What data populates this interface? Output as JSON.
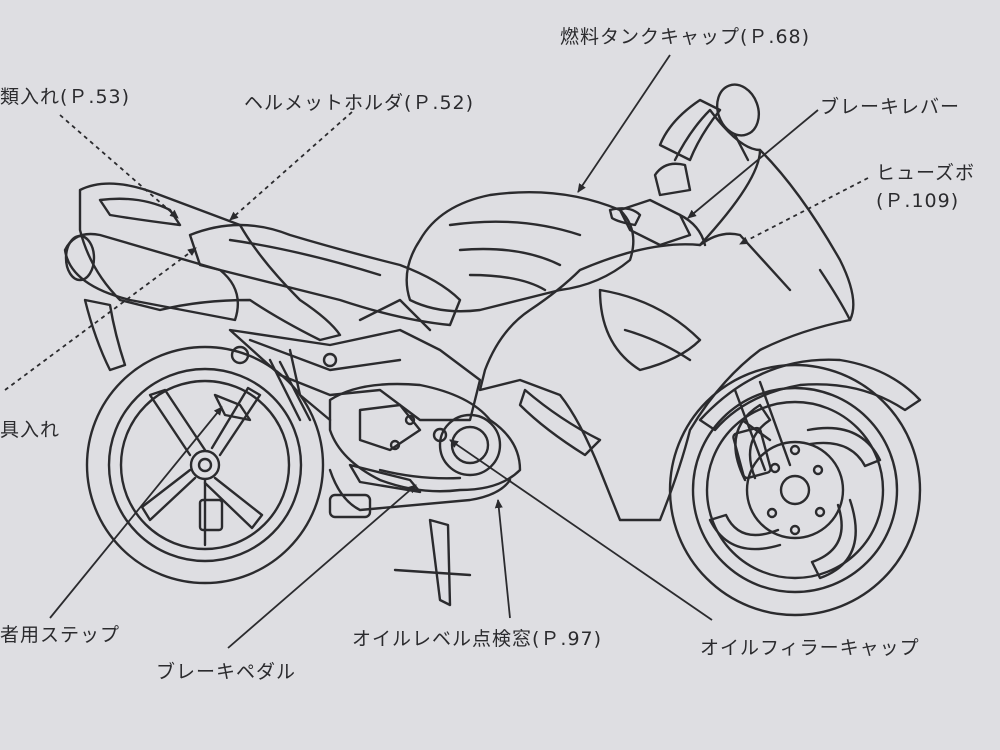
{
  "labels": {
    "fuel_cap": "燃料タンクキャップ(Ｐ.68)",
    "document_bag": "類入れ(Ｐ.53)",
    "helmet_holder": "ヘルメットホルダ(Ｐ.52)",
    "brake_lever": "ブレーキレバー",
    "fuse_box_1": "ヒューズボ",
    "fuse_box_2": "(Ｐ.109)",
    "tool_bag": "具入れ",
    "passenger_step": "者用ステップ",
    "brake_pedal": "ブレーキペダル",
    "oil_window": "オイルレベル点検窓(Ｐ.97)",
    "oil_filler": "オイルフィラーキャップ"
  },
  "colors": {
    "paper": "#dedee2",
    "ink": "#2b2b2e"
  }
}
